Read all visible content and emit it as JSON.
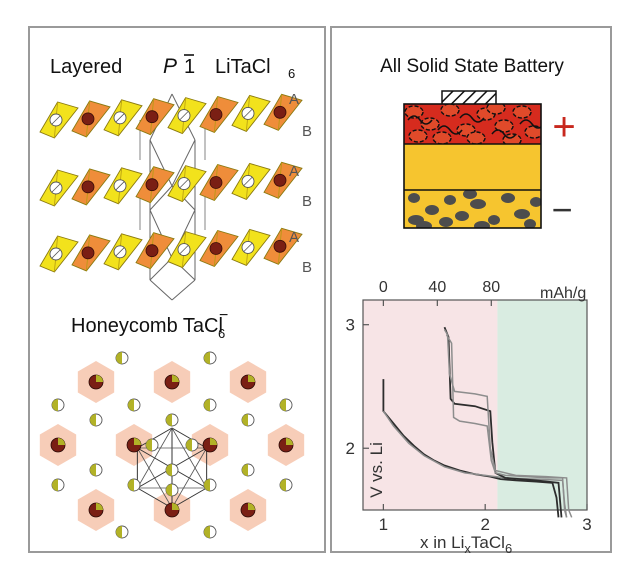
{
  "colors": {
    "panel_border": "#9a9a9a",
    "octa_yellow": "#f2e21c",
    "octa_orange": "#ef8d3a",
    "atom_dark": "#7a1f14",
    "atom_olive": "#b2b227",
    "hexagon": "#f7cdb8",
    "plus_red": "#c8281e",
    "cathode_red": "#d62b1e",
    "electrolyte_yellow": "#f6c52f",
    "anode_grey": "#4d4d4d",
    "region_pink": "#f7e4e6",
    "region_green": "#d9ece1",
    "curve_dark": "#2d2d2d",
    "curve_grey": "#8d8d8d"
  },
  "left_panel": {
    "title_prefix": "Layered",
    "space_group": "P",
    "space_group_bar": "1",
    "formula_base": "LiTaCl",
    "formula_sub": "6",
    "layer_labels": [
      "A",
      "B",
      "A",
      "B",
      "A",
      "B"
    ],
    "honeycomb_title_base": "Honeycomb TaCl",
    "honeycomb_sub": "6",
    "honeycomb_sup": "−"
  },
  "right_panel": {
    "title": "All Solid State Battery",
    "plus_sign": "+",
    "minus_sign": "−",
    "icons": [
      "battery-cell-icon",
      "cathode-layer-icon",
      "electrolyte-layer-icon",
      "anode-layer-icon"
    ]
  },
  "chart_data": {
    "type": "line",
    "title": "",
    "xlabel_base": "x in Li",
    "xlabel_sub1": "x",
    "xlabel_mid": "TaCl",
    "xlabel_sub2": "6",
    "ylabel": "V vs. Li",
    "top_axis_unit": "mAh/g",
    "xlim": [
      0.8,
      3.0
    ],
    "ylim": [
      1.5,
      3.2
    ],
    "x_ticks": [
      1,
      2,
      3
    ],
    "y_ticks": [
      2,
      3
    ],
    "top_ticks": [
      {
        "label": "0",
        "x": 1.0
      },
      {
        "label": "40",
        "x": 1.53
      },
      {
        "label": "80",
        "x": 2.06
      }
    ],
    "regions": [
      {
        "x0": 0.8,
        "x1": 2.12,
        "color": "pink"
      },
      {
        "x0": 2.12,
        "x1": 3.0,
        "color": "green"
      }
    ],
    "series": [
      {
        "style": "dark",
        "points": [
          [
            1.0,
            2.56
          ],
          [
            1.0,
            2.3
          ],
          [
            1.1,
            2.2
          ],
          [
            1.2,
            2.1
          ],
          [
            1.3,
            2.02
          ],
          [
            1.4,
            1.95
          ],
          [
            1.5,
            1.9
          ],
          [
            1.6,
            1.86
          ],
          [
            1.75,
            1.82
          ],
          [
            1.9,
            1.79
          ],
          [
            2.05,
            1.77
          ],
          [
            2.15,
            1.75
          ],
          [
            2.3,
            1.74
          ],
          [
            2.5,
            1.73
          ],
          [
            2.66,
            1.72
          ],
          [
            2.7,
            1.6
          ],
          [
            2.72,
            1.44
          ]
        ]
      },
      {
        "style": "grey",
        "points": [
          [
            1.0,
            2.3
          ],
          [
            1.1,
            2.18
          ],
          [
            1.25,
            2.04
          ],
          [
            1.4,
            1.94
          ],
          [
            1.6,
            1.85
          ],
          [
            1.8,
            1.8
          ],
          [
            2.0,
            1.78
          ],
          [
            2.2,
            1.76
          ],
          [
            2.5,
            1.75
          ],
          [
            2.76,
            1.74
          ],
          [
            2.78,
            1.55
          ],
          [
            2.8,
            1.44
          ]
        ]
      },
      {
        "style": "dark",
        "points": [
          [
            1.6,
            2.98
          ],
          [
            1.64,
            2.9
          ],
          [
            1.66,
            2.4
          ],
          [
            1.7,
            2.36
          ],
          [
            1.9,
            2.34
          ],
          [
            2.05,
            2.3
          ],
          [
            2.07,
            2.05
          ],
          [
            2.1,
            1.8
          ],
          [
            2.2,
            1.76
          ],
          [
            2.5,
            1.74
          ],
          [
            2.72,
            1.72
          ],
          [
            2.75,
            1.44
          ]
        ]
      },
      {
        "style": "grey",
        "points": [
          [
            1.62,
            2.92
          ],
          [
            1.67,
            2.85
          ],
          [
            1.69,
            2.25
          ],
          [
            1.75,
            2.22
          ],
          [
            1.9,
            2.2
          ],
          [
            2.02,
            2.18
          ],
          [
            2.06,
            1.9
          ],
          [
            2.1,
            1.8
          ],
          [
            2.2,
            1.78
          ],
          [
            2.4,
            1.77
          ],
          [
            2.62,
            1.76
          ],
          [
            2.76,
            1.76
          ],
          [
            2.78,
            1.5
          ],
          [
            2.8,
            1.44
          ]
        ]
      },
      {
        "style": "grey",
        "points": [
          [
            1.6,
            2.96
          ],
          [
            1.63,
            2.92
          ],
          [
            1.65,
            2.6
          ],
          [
            1.7,
            2.46
          ],
          [
            1.9,
            2.44
          ],
          [
            2.02,
            2.42
          ],
          [
            2.05,
            2.0
          ],
          [
            2.1,
            1.82
          ],
          [
            2.3,
            1.78
          ],
          [
            2.6,
            1.77
          ],
          [
            2.8,
            1.76
          ],
          [
            2.82,
            1.5
          ],
          [
            2.85,
            1.44
          ]
        ]
      }
    ]
  }
}
